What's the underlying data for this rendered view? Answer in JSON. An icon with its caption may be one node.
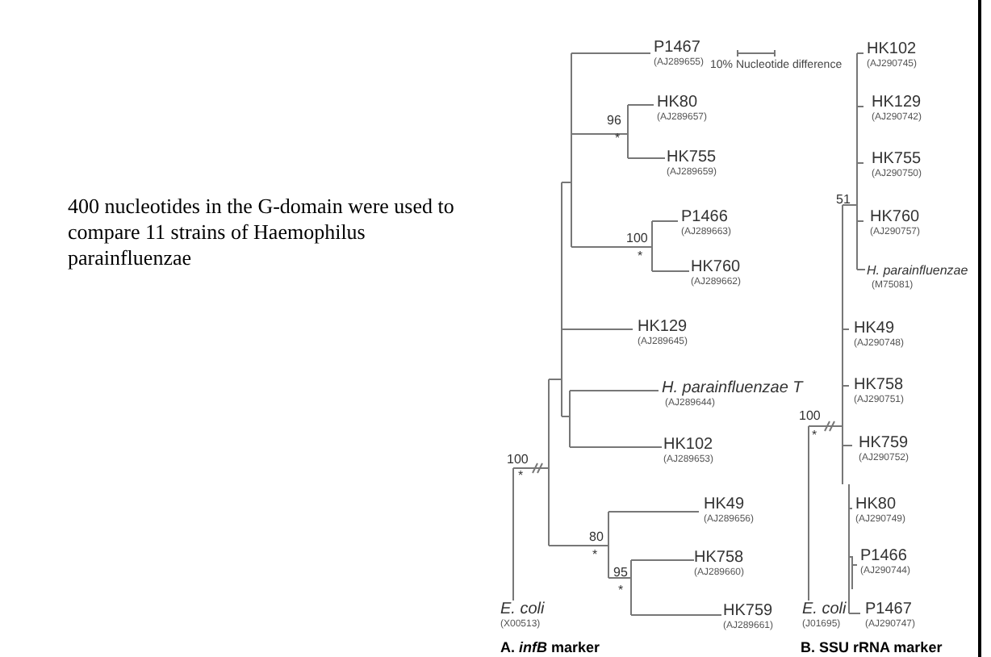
{
  "diagram": {
    "labels": [
      "400 nucleotides in the G-domain were used to compare 11 strains of Haemophilus parainfluenzae",
      "P1467",
      "(AJ289655)",
      "10% Nucleotide difference",
      "HK80",
      "(AJ289657)",
      "96",
      "*",
      "HK755",
      "(AJ289659)",
      "P1466",
      "(AJ289663)",
      "100",
      "*",
      "HK760",
      "(AJ289662)",
      "HK129",
      "(AJ289645)",
      "H. parainfluenzae T",
      "(AJ289644)",
      "HK102",
      "(AJ289653)",
      "100",
      "*",
      "HK49",
      "(AJ289656)",
      "80",
      "*",
      "HK758",
      "(AJ289660)",
      "95",
      "*",
      "E. coli",
      "(X00513)",
      "HK759",
      "(AJ289661)",
      "A. *infB* marker",
      "HK102",
      "(AJ290745)",
      "HK129",
      "(AJ290742)",
      "HK755",
      "(AJ290750)",
      "51",
      "HK760",
      "(AJ290757)",
      "H. parainfluenzae",
      "(M75081)",
      "HK49",
      "(AJ290748)",
      "HK758",
      "(AJ290751)",
      "100",
      "*",
      "HK759",
      "(AJ290752)",
      "HK80",
      "(AJ290749)",
      "P1466",
      "(AJ290744)",
      "E. coli",
      "(J01695)",
      "P1467",
      "(AJ290747)",
      "B. SSU rRNA marker"
    ]
  }
}
